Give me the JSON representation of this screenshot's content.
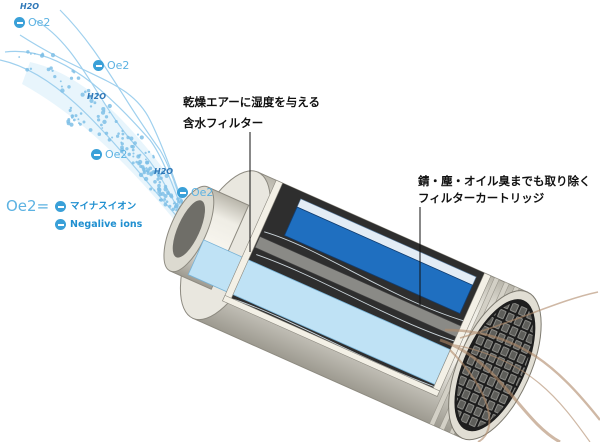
{
  "labels": {
    "humidifying_filter": {
      "line1": "乾燥エアーに湿度を与える",
      "line2": "含水フィルター"
    },
    "filter_cartridge": {
      "line1": "錆・塵・オイル臭までも取り除く",
      "line2": "フィルターカートリッジ"
    }
  },
  "markers": {
    "h2o": [
      "H2O",
      "H2O",
      "H2O"
    ],
    "ion": [
      "Oe2",
      "Oe2",
      "Oe2",
      "Oe2"
    ]
  },
  "legend": {
    "symbol": "Oe2=",
    "ja": "マイナスイオン",
    "en": "Negalive ions"
  },
  "icons": {
    "ion": "minus-circle-icon",
    "outlet": "honeycomb-outlet"
  },
  "colors": {
    "ion_blue": "#3aa0d8",
    "cartridge_blue": "#1f6fc0",
    "water_blue": "#bfe2f5",
    "rust_brown": "#b08a6a"
  }
}
